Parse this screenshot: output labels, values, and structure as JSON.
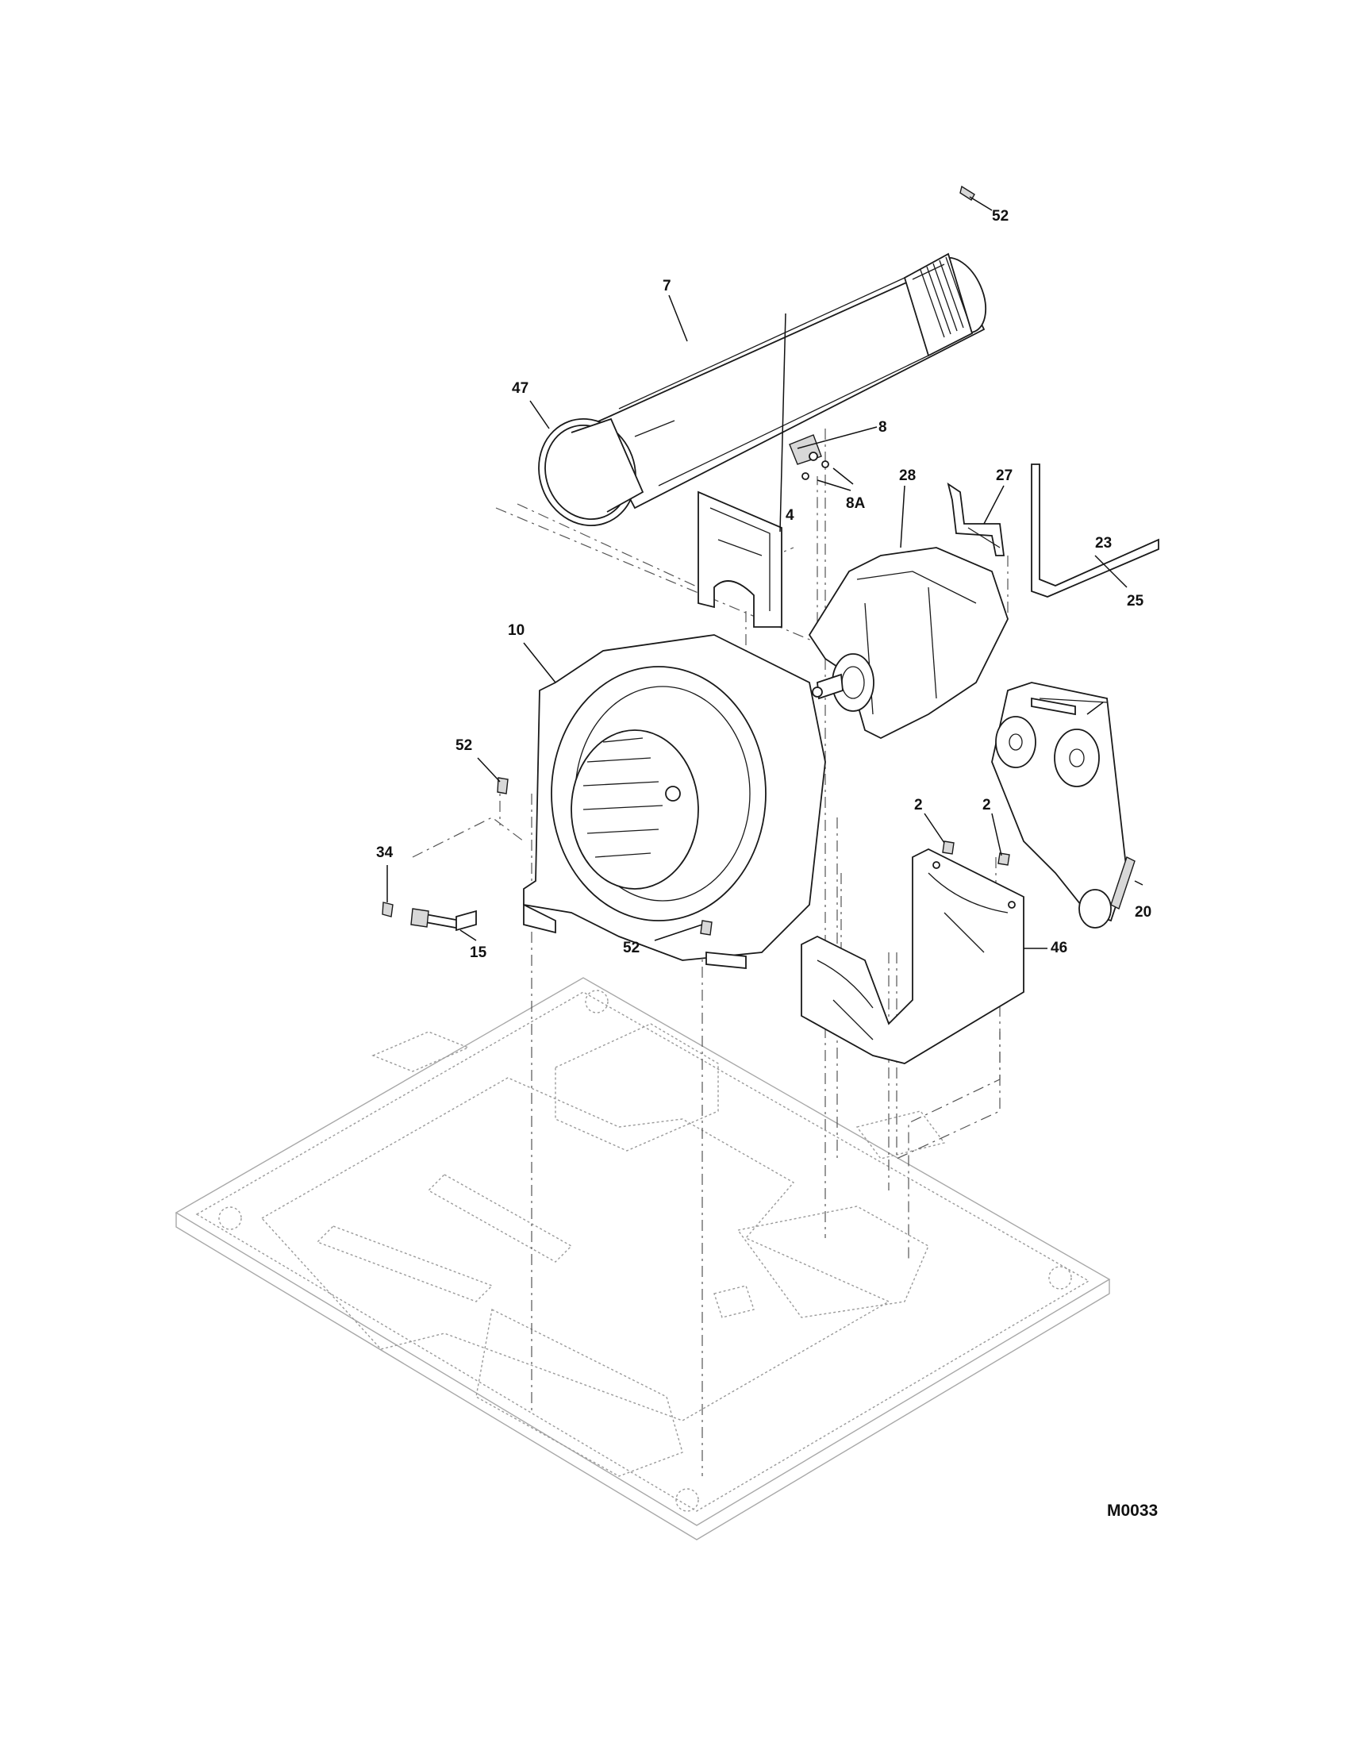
{
  "diagram_code": "M0033",
  "callouts": [
    {
      "id": "top-screw",
      "label": "52"
    },
    {
      "id": "duct",
      "label": "7"
    },
    {
      "id": "ring-seal",
      "label": "47"
    },
    {
      "id": "thermostat",
      "label": "8"
    },
    {
      "id": "thermostat-screws",
      "label": "8A"
    },
    {
      "id": "bracket",
      "label": "4"
    },
    {
      "id": "motor",
      "label": "28"
    },
    {
      "id": "clip",
      "label": "27"
    },
    {
      "id": "belt",
      "label": "25"
    },
    {
      "id": "blower",
      "label": "10"
    },
    {
      "id": "idler",
      "label": "23"
    },
    {
      "id": "left-screw",
      "label": "52"
    },
    {
      "id": "sensor-screw",
      "label": "34"
    },
    {
      "id": "screw-a",
      "label": "2"
    },
    {
      "id": "screw-b",
      "label": "2"
    },
    {
      "id": "sensor",
      "label": "15"
    },
    {
      "id": "bottom-screw",
      "label": "52"
    },
    {
      "id": "idler-bolt",
      "label": "20"
    },
    {
      "id": "motor-mount",
      "label": "46"
    }
  ]
}
